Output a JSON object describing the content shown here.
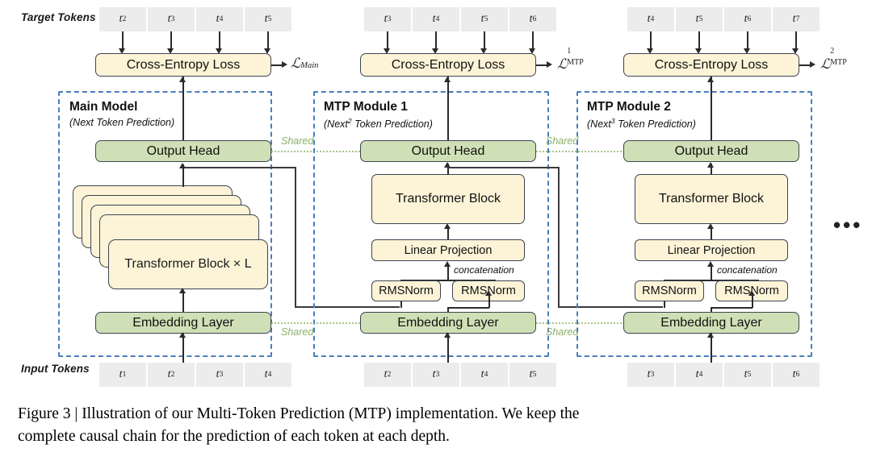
{
  "figure": {
    "side_labels": {
      "target": "Target Tokens",
      "input": "Input Tokens"
    },
    "ellipsis": "•••",
    "shared_label": "Shared",
    "concat_label": "concatenation",
    "colors": {
      "yellow": "#fdf4d8",
      "green": "#cfe0b6",
      "token_gray": "#ececec",
      "dashed_blue": "#4a7ebb",
      "shared_green": "#8cb06a",
      "stroke": "#3d4450"
    }
  },
  "columns": [
    {
      "id": "main",
      "title": "Main Model",
      "subtitle_pre": "(Next Token Prediction)",
      "subtitle_sup": "",
      "target_tokens": [
        "t2",
        "t3",
        "t4",
        "t5"
      ],
      "input_tokens": [
        "t1",
        "t2",
        "t3",
        "t4"
      ],
      "loss_box": "Cross-Entropy Loss",
      "loss_symbol": {
        "script": "ℒ",
        "sub_italic": "Main",
        "sup": "",
        "sub": ""
      },
      "output_head": "Output Head",
      "body_block": "Transformer Block × L",
      "embedding": "Embedding Layer",
      "linear": "",
      "norms": []
    },
    {
      "id": "mtp1",
      "title": "MTP Module 1",
      "subtitle_pre": "(Next",
      "subtitle_sup": "2",
      "subtitle_post": " Token Prediction)",
      "target_tokens": [
        "t3",
        "t4",
        "t5",
        "t6"
      ],
      "input_tokens": [
        "t2",
        "t3",
        "t4",
        "t5"
      ],
      "loss_box": "Cross-Entropy Loss",
      "loss_symbol": {
        "script": "ℒ",
        "sub_italic": "",
        "sup": "1",
        "sub": "MTP"
      },
      "output_head": "Output Head",
      "body_block": "Transformer Block",
      "linear": "Linear Projection",
      "norms": [
        "RMSNorm",
        "RMSNorm"
      ],
      "embedding": "Embedding Layer"
    },
    {
      "id": "mtp2",
      "title": "MTP Module 2",
      "subtitle_pre": "(Next",
      "subtitle_sup": "3",
      "subtitle_post": " Token Prediction)",
      "target_tokens": [
        "t4",
        "t5",
        "t6",
        "t7"
      ],
      "input_tokens": [
        "t3",
        "t4",
        "t5",
        "t6"
      ],
      "loss_box": "Cross-Entropy Loss",
      "loss_symbol": {
        "script": "ℒ",
        "sub_italic": "",
        "sup": "2",
        "sub": "MTP"
      },
      "output_head": "Output Head",
      "body_block": "Transformer Block",
      "linear": "Linear Projection",
      "norms": [
        "RMSNorm",
        "RMSNorm"
      ],
      "embedding": "Embedding Layer"
    }
  ],
  "caption": {
    "line1": "Figure 3 | Illustration of our Multi-Token Prediction (MTP) implementation.  We keep the",
    "line2": "complete causal chain for the prediction of each token at each depth."
  }
}
